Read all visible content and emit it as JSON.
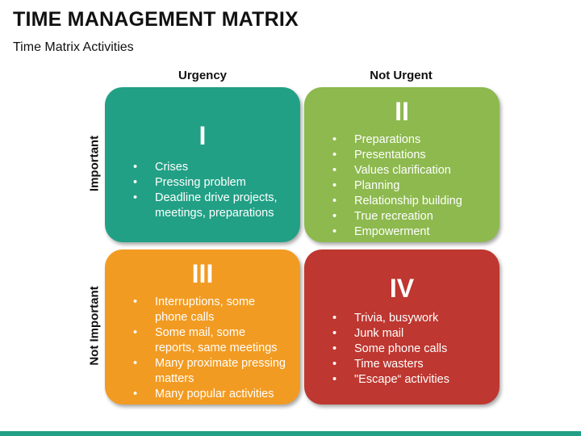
{
  "title": "TIME MANAGEMENT MATRIX",
  "subtitle": "Time Matrix Activities",
  "columns": [
    "Urgency",
    "Not Urgent"
  ],
  "rows": [
    "Important",
    "Not Important"
  ],
  "quadrants": [
    {
      "numeral": "I",
      "color": "#21a085",
      "items": [
        "Crises",
        "Pressing problem",
        "Deadline drive projects, meetings, preparations"
      ]
    },
    {
      "numeral": "II",
      "color": "#8db94e",
      "items": [
        "Preparations",
        "Presentations",
        "Values clarification",
        "Planning",
        "Relationship building",
        "True recreation",
        "Empowerment"
      ]
    },
    {
      "numeral": "III",
      "color": "#f29b22",
      "items": [
        "Interruptions, some phone calls",
        "Some mail, some reports, same meetings",
        "Many proximate pressing matters",
        "Many popular activities"
      ]
    },
    {
      "numeral": "IV",
      "color": "#be3730",
      "items": [
        "Trivia, busywork",
        "Junk mail",
        "Some phone calls",
        "Time wasters",
        "\"Escape“ activities"
      ]
    }
  ],
  "footer_color": "#21a085"
}
